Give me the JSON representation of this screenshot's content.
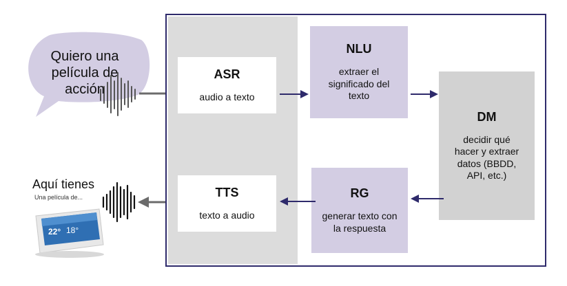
{
  "bubble": {
    "text": "Quiero una película de acción"
  },
  "reply": {
    "title": "Aquí tienes",
    "subtitle": "Una película de..."
  },
  "device": {
    "temp_main": "22°",
    "temp_alt": "18°"
  },
  "modules": {
    "asr": {
      "title": "ASR",
      "desc": "audio a texto"
    },
    "nlu": {
      "title": "NLU",
      "desc": "extraer el significado del texto"
    },
    "dm": {
      "title": "DM",
      "desc": "decidir qué hacer y extraer datos (BBDD, API, etc.)"
    },
    "rg": {
      "title": "RG",
      "desc": "generar texto con la respuesta"
    },
    "tts": {
      "title": "TTS",
      "desc": "texto a audio"
    }
  },
  "colors": {
    "frame": "#2e2a6b",
    "arrow": "#2e2a6b",
    "bubble": "#d3cde3",
    "lavender": "#d3cde3",
    "gray": "#d2d2d2"
  }
}
